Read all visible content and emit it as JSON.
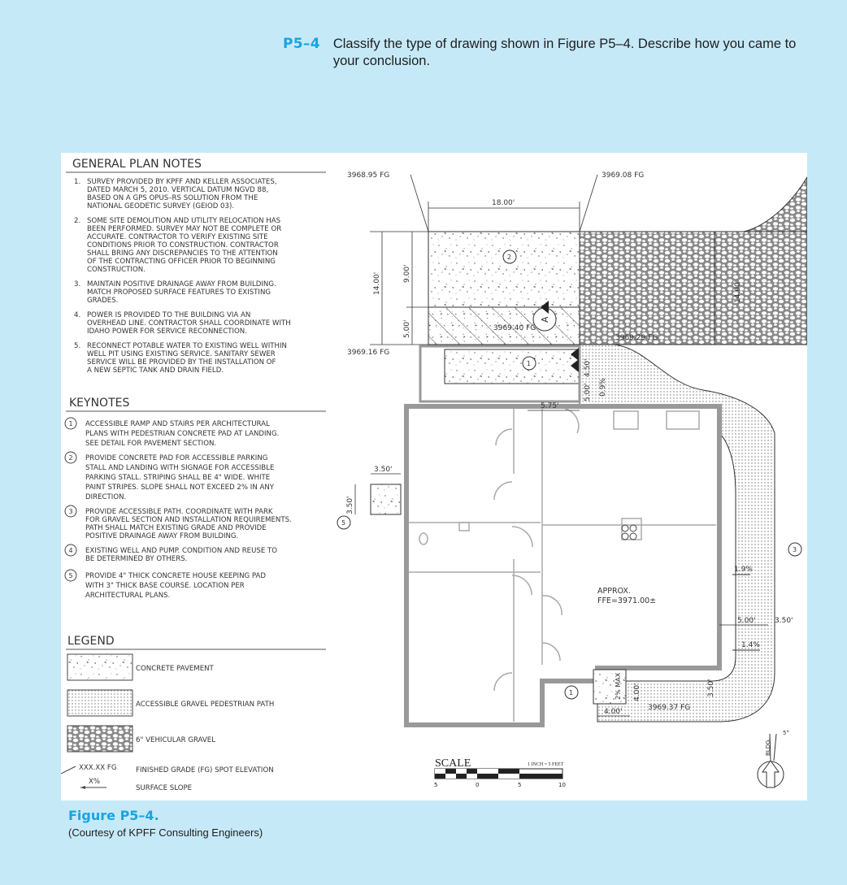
{
  "problem": {
    "number": "P5–4",
    "text": "Classify the type of drawing shown in Figure P5–4. Describe how you came to your conclusion."
  },
  "general_plan_notes": {
    "title": "GENERAL PLAN NOTES",
    "items": [
      {
        "num": "1.",
        "lines": [
          "SURVEY PROVIDED BY KPFF AND KELLER ASSOCIATES,",
          "DATED MARCH 5, 2010. VERTICAL DATUM NGVD 88,",
          "BASED ON A GPS OPUS–RS SOLUTION FROM THE",
          "NATIONAL GEODETIC SURVEY (GEIOD 03)."
        ]
      },
      {
        "num": "2.",
        "lines": [
          "SOME SITE DEMOLITION AND UTILITY RELOCATION HAS",
          "BEEN PERFORMED. SURVEY MAY NOT BE COMPLETE OR",
          "ACCURATE. CONTRACTOR TO VERIFY EXISTING SITE",
          "CONDITIONS PRIOR TO CONSTRUCTION. CONTRACTOR",
          "SHALL BRING ANY DISCREPANCIES TO THE ATTENTION",
          "OF THE CONTRACTING OFFICER PRIOR TO BEGINNING",
          "CONSTRUCTION."
        ]
      },
      {
        "num": "3.",
        "lines": [
          "MAINTAIN POSITIVE DRAINAGE AWAY FROM BUILDING.",
          "MATCH PROPOSED SURFACE FEATURES TO EXISTING",
          "GRADES."
        ]
      },
      {
        "num": "4.",
        "lines": [
          "POWER IS PROVIDED TO THE BUILDING VIA AN",
          "OVERHEAD LINE. CONTRACTOR SHALL COORDINATE WITH",
          "IDAHO POWER FOR SERVICE RECONNECTION."
        ]
      },
      {
        "num": "5.",
        "lines": [
          "RECONNECT POTABLE WATER TO EXISTING WELL WITHIN",
          "WELL PIT USING EXISTING SERVICE. SANITARY SEWER",
          "SERVICE WILL BE PROVIDED BY THE INSTALLATION OF",
          "A NEW SEPTIC TANK AND DRAIN FIELD."
        ]
      }
    ]
  },
  "keynotes": {
    "title": "KEYNOTES",
    "items": [
      {
        "num": "1",
        "lines": [
          "ACCESSIBLE RAMP AND STAIRS PER ARCHITECTURAL",
          "PLANS WITH PEDESTRIAN CONCRETE PAD AT LANDING.",
          "SEE DETAIL FOR PAVEMENT SECTION."
        ]
      },
      {
        "num": "2",
        "lines": [
          "PROVIDE CONCRETE PAD FOR ACCESSIBLE PARKING",
          "STALL AND LANDING WITH SIGNAGE FOR ACCESSIBLE",
          "PARKING STALL. STRIPING SHALL BE 4\" WIDE. WHITE",
          "PAINT STRIPES. SLOPE SHALL NOT EXCEED 2% IN ANY",
          "DIRECTION."
        ]
      },
      {
        "num": "3",
        "lines": [
          "PROVIDE ACCESSIBLE PATH. COORDINATE WITH PARK",
          "FOR GRAVEL SECTION AND INSTALLATION REQUIREMENTS.",
          "PATH SHALL MATCH EXISTING GRADE AND PROVIDE",
          "POSITIVE DRAINAGE AWAY FROM BUILDING."
        ]
      },
      {
        "num": "4",
        "lines": [
          "EXISTING WELL AND PUMP. CONDITION AND REUSE TO",
          "BE DETERMINED BY OTHERS."
        ]
      },
      {
        "num": "5",
        "lines": [
          "PROVIDE 4\" THICK CONCRETE HOUSE KEEPING PAD",
          "WITH 3\" THICK BASE COURSE. LOCATION PER",
          "ARCHITECTURAL PLANS."
        ]
      }
    ]
  },
  "legend": {
    "title": "LEGEND",
    "items": [
      {
        "symbol": "concrete-hatch",
        "label": "CONCRETE PAVEMENT"
      },
      {
        "symbol": "dot-hatch",
        "label": "ACCESSIBLE GRAVEL PEDESTRIAN PATH"
      },
      {
        "symbol": "gravel-hatch",
        "label": "6\" VEHICULAR GRAVEL"
      },
      {
        "symbol": "spot-elevation",
        "symbol_text": "XXX.XX FG",
        "label": "FINISHED GRADE (FG) SPOT ELEVATION"
      },
      {
        "symbol": "slope-arrow",
        "symbol_text": "X%",
        "label": "SURFACE SLOPE"
      }
    ]
  },
  "plan": {
    "spot_elevations": {
      "nw_pad": "3968.95 FG",
      "ne_pad": "3969.08 FG",
      "landing": "3969.40 FG",
      "gravel_se": "3969.29 FG",
      "ramp": "3969.16 FG",
      "south": "3969.37 FG"
    },
    "dimensions": {
      "pad_width": "18.00'",
      "pad_depth": "14.00'",
      "pad_upper": "9.00'",
      "pad_lower": "5.00'",
      "gravel_depth": "14.00'",
      "path_4_50": "4.50'",
      "path_5_00": "5.00'",
      "ramp_5_75": "5.75'",
      "hk_pad_w": "3.50'",
      "hk_pad_h": "3.50'",
      "east_gap": "5.00'",
      "east_path": "3.50'",
      "south_pad_w": "4.00'",
      "south_pad_h": "4.00'",
      "south_path": "3.50'"
    },
    "slopes": {
      "north_path": "0.9%",
      "east_upper": "1.9%",
      "east_lower": "1.4%",
      "south_pad": "2% MAX"
    },
    "ffe": [
      "APPROX.",
      "FFE=3971.00±"
    ],
    "section_marker": "A",
    "keynote_markers": [
      "1",
      "2",
      "3",
      "5"
    ],
    "scale": {
      "title": "SCALE",
      "ratio": "1 INCH = 5 FEET",
      "ticks": [
        "5",
        "0",
        "5",
        "10"
      ]
    },
    "north_arrow": {
      "label": "BLDG.",
      "angle": "5°"
    }
  },
  "caption": {
    "title": "Figure P5–4.",
    "credit": "(Courtesy of KPFF Consulting Engineers)"
  },
  "colors": {
    "page_bg": "#c6e9f8",
    "accent": "#1aa3e0",
    "figure_bg": "#ffffff",
    "wall": "#9a9a9a"
  }
}
